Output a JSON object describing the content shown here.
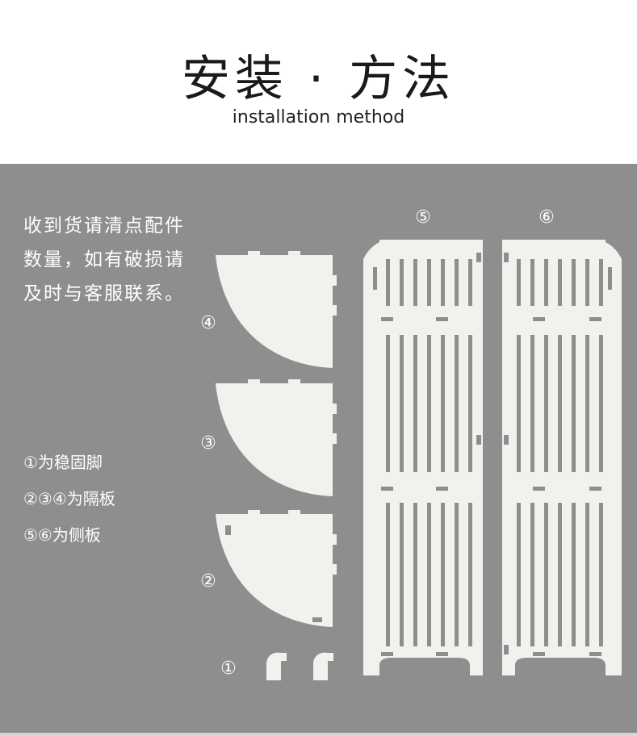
{
  "header": {
    "title": "安装 · 方法",
    "subtitle": "installation method"
  },
  "intro_text": "收到货请清点配件数量，如有破损请及时与客服联系。",
  "legend": [
    "①为稳固脚",
    "②③④为隔板",
    "⑤⑥为侧板"
  ],
  "labels": {
    "shelf_top": "④",
    "shelf_middle": "③",
    "shelf_bottom": "②",
    "feet": "①",
    "side_panel_left": "⑤",
    "side_panel_right": "⑥"
  },
  "colors": {
    "panel_background": "#8e8e8e",
    "part_color": "#f3f1ee",
    "header_text": "#1a1a1a"
  }
}
